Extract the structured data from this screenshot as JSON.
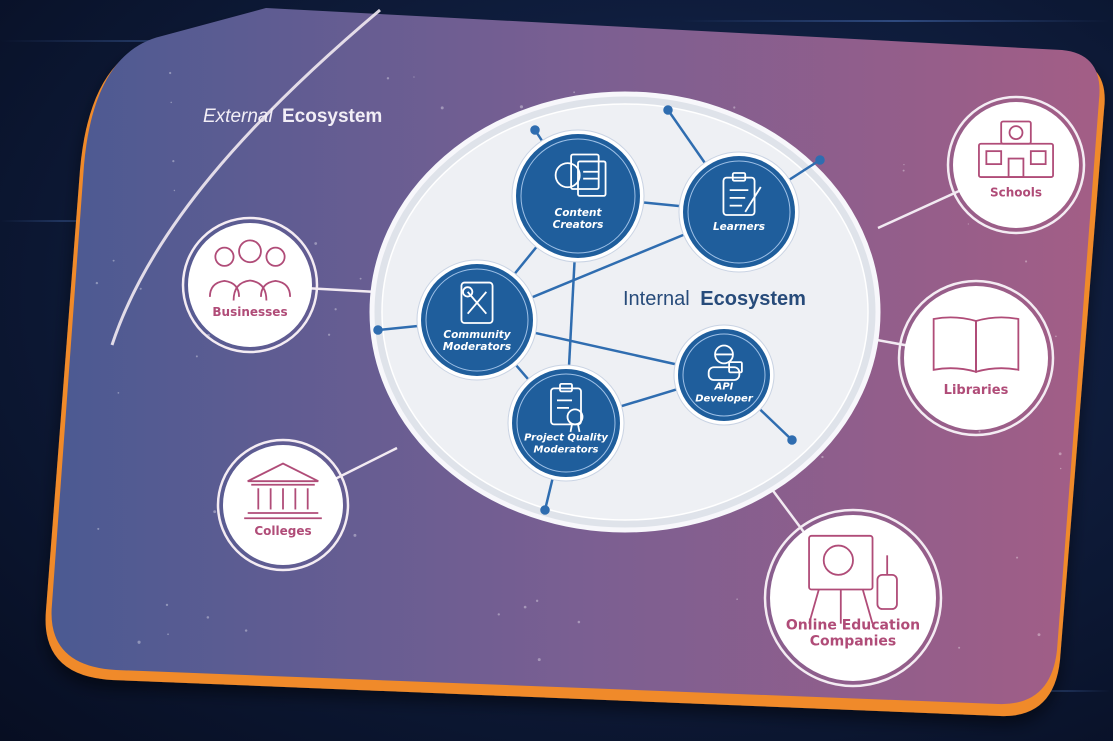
{
  "external": {
    "title_plain": "External",
    "title_bold": "Ecosystem",
    "nodes": [
      {
        "id": "businesses",
        "lines": [
          "Businesses"
        ],
        "icon": "people-group-icon"
      },
      {
        "id": "colleges",
        "lines": [
          "Colleges"
        ],
        "icon": "college-building-icon"
      },
      {
        "id": "schools",
        "lines": [
          "Schools"
        ],
        "icon": "school-building-icon"
      },
      {
        "id": "libraries",
        "lines": [
          "Libraries"
        ],
        "icon": "open-book-icon"
      },
      {
        "id": "online",
        "lines": [
          "Online Education",
          "Companies"
        ],
        "icon": "presentation-easel-icon"
      }
    ]
  },
  "internal": {
    "title_plain": "Internal",
    "title_bold": "Ecosystem",
    "nodes": [
      {
        "id": "content",
        "lines": [
          "Content",
          "Creators"
        ],
        "icon": "headset-documents-icon"
      },
      {
        "id": "learners",
        "lines": [
          "Learners"
        ],
        "icon": "clipboard-pen-icon"
      },
      {
        "id": "community",
        "lines": [
          "Community",
          "Moderators"
        ],
        "icon": "tools-document-icon"
      },
      {
        "id": "api",
        "lines": [
          "API",
          "Developer"
        ],
        "icon": "developer-icon"
      },
      {
        "id": "pqm",
        "lines": [
          "Project Quality",
          "Moderators"
        ],
        "icon": "certificate-clipboard-icon"
      }
    ]
  },
  "colors": {
    "card_left": "#4b5a92",
    "card_mid": "#7a5f92",
    "card_right": "#a35e86",
    "frame": "#f08a2c",
    "inner_fill": "#eef0f4",
    "node_blue": "#1f5e9c",
    "line_blue": "#2f6db0",
    "external_accent": "#b04c78",
    "text_white": "#ffffff"
  }
}
